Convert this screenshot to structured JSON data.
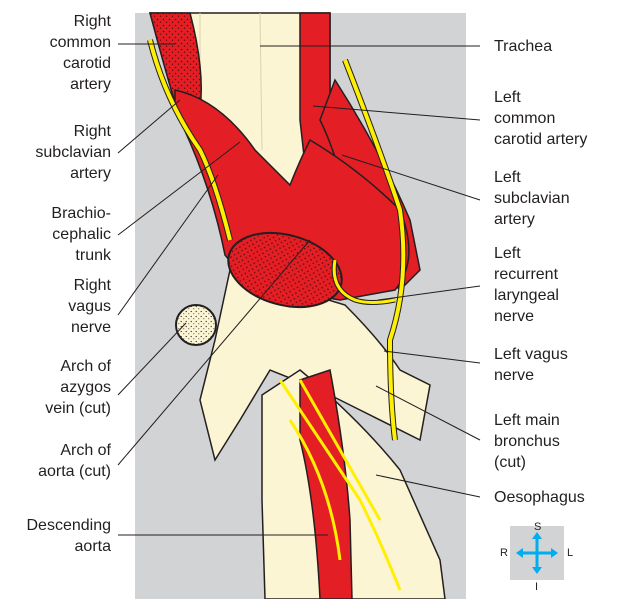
{
  "labels": {
    "right_common_carotid_artery": "Right\ncommon\ncarotid\nartery",
    "right_subclavian_artery": "Right\nsubclavian\nartery",
    "brachiocephalic_trunk": "Brachio-\ncephalic\ntrunk",
    "right_vagus_nerve": "Right\nvagus\nnerve",
    "arch_of_azygos_vein": "Arch of\nazygos\nvein (cut)",
    "arch_of_aorta": "Arch of\naorta (cut)",
    "descending_aorta": "Descending\naorta",
    "trachea": "Trachea",
    "left_common_carotid_artery": "Left\ncommon\ncarotid artery",
    "left_subclavian_artery": "Left\nsubclavian\nartery",
    "left_recurrent_laryngeal_nerve": "Left\nrecurrent\nlaryngeal\nnerve",
    "left_vagus_nerve": "Left vagus\nnerve",
    "left_main_bronchus": "Left main\nbronchus\n(cut)",
    "oesophagus": "Oesophagus"
  },
  "compass": {
    "superior": "S",
    "inferior": "I",
    "right": "R",
    "left": "L"
  },
  "colors": {
    "background_panel": "#d1d3d4",
    "artery": "#e31e24",
    "nerve": "#ffef00",
    "tissue": "#fbf5d3",
    "outline": "#231f20",
    "compass_arrows": "#00aeef"
  }
}
